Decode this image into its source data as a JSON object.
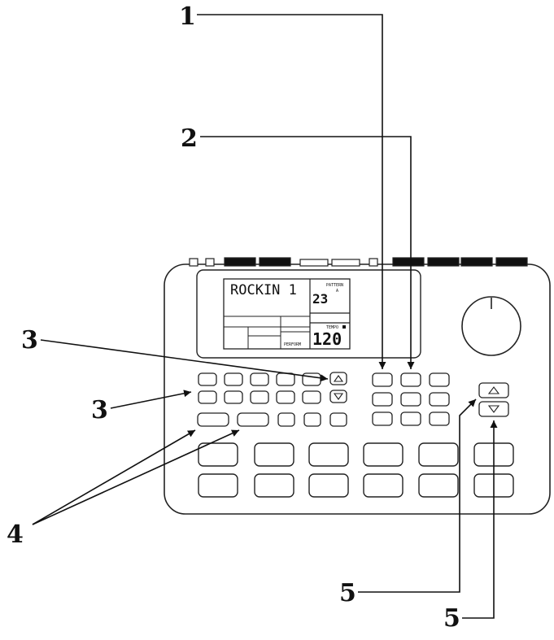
{
  "callouts": [
    "1",
    "2",
    "3",
    "3",
    "4",
    "5",
    "5"
  ],
  "lcd": {
    "pattern_name": "ROCKIN 1",
    "pattern_label": "PATTERN",
    "pattern_bank": "A",
    "pattern_number": "23",
    "tempo_label": "TEMPO",
    "tempo_value": "120",
    "perform_label": "PERFORM"
  },
  "icons": {
    "up": "triangle-up-icon",
    "down": "triangle-down-icon"
  }
}
